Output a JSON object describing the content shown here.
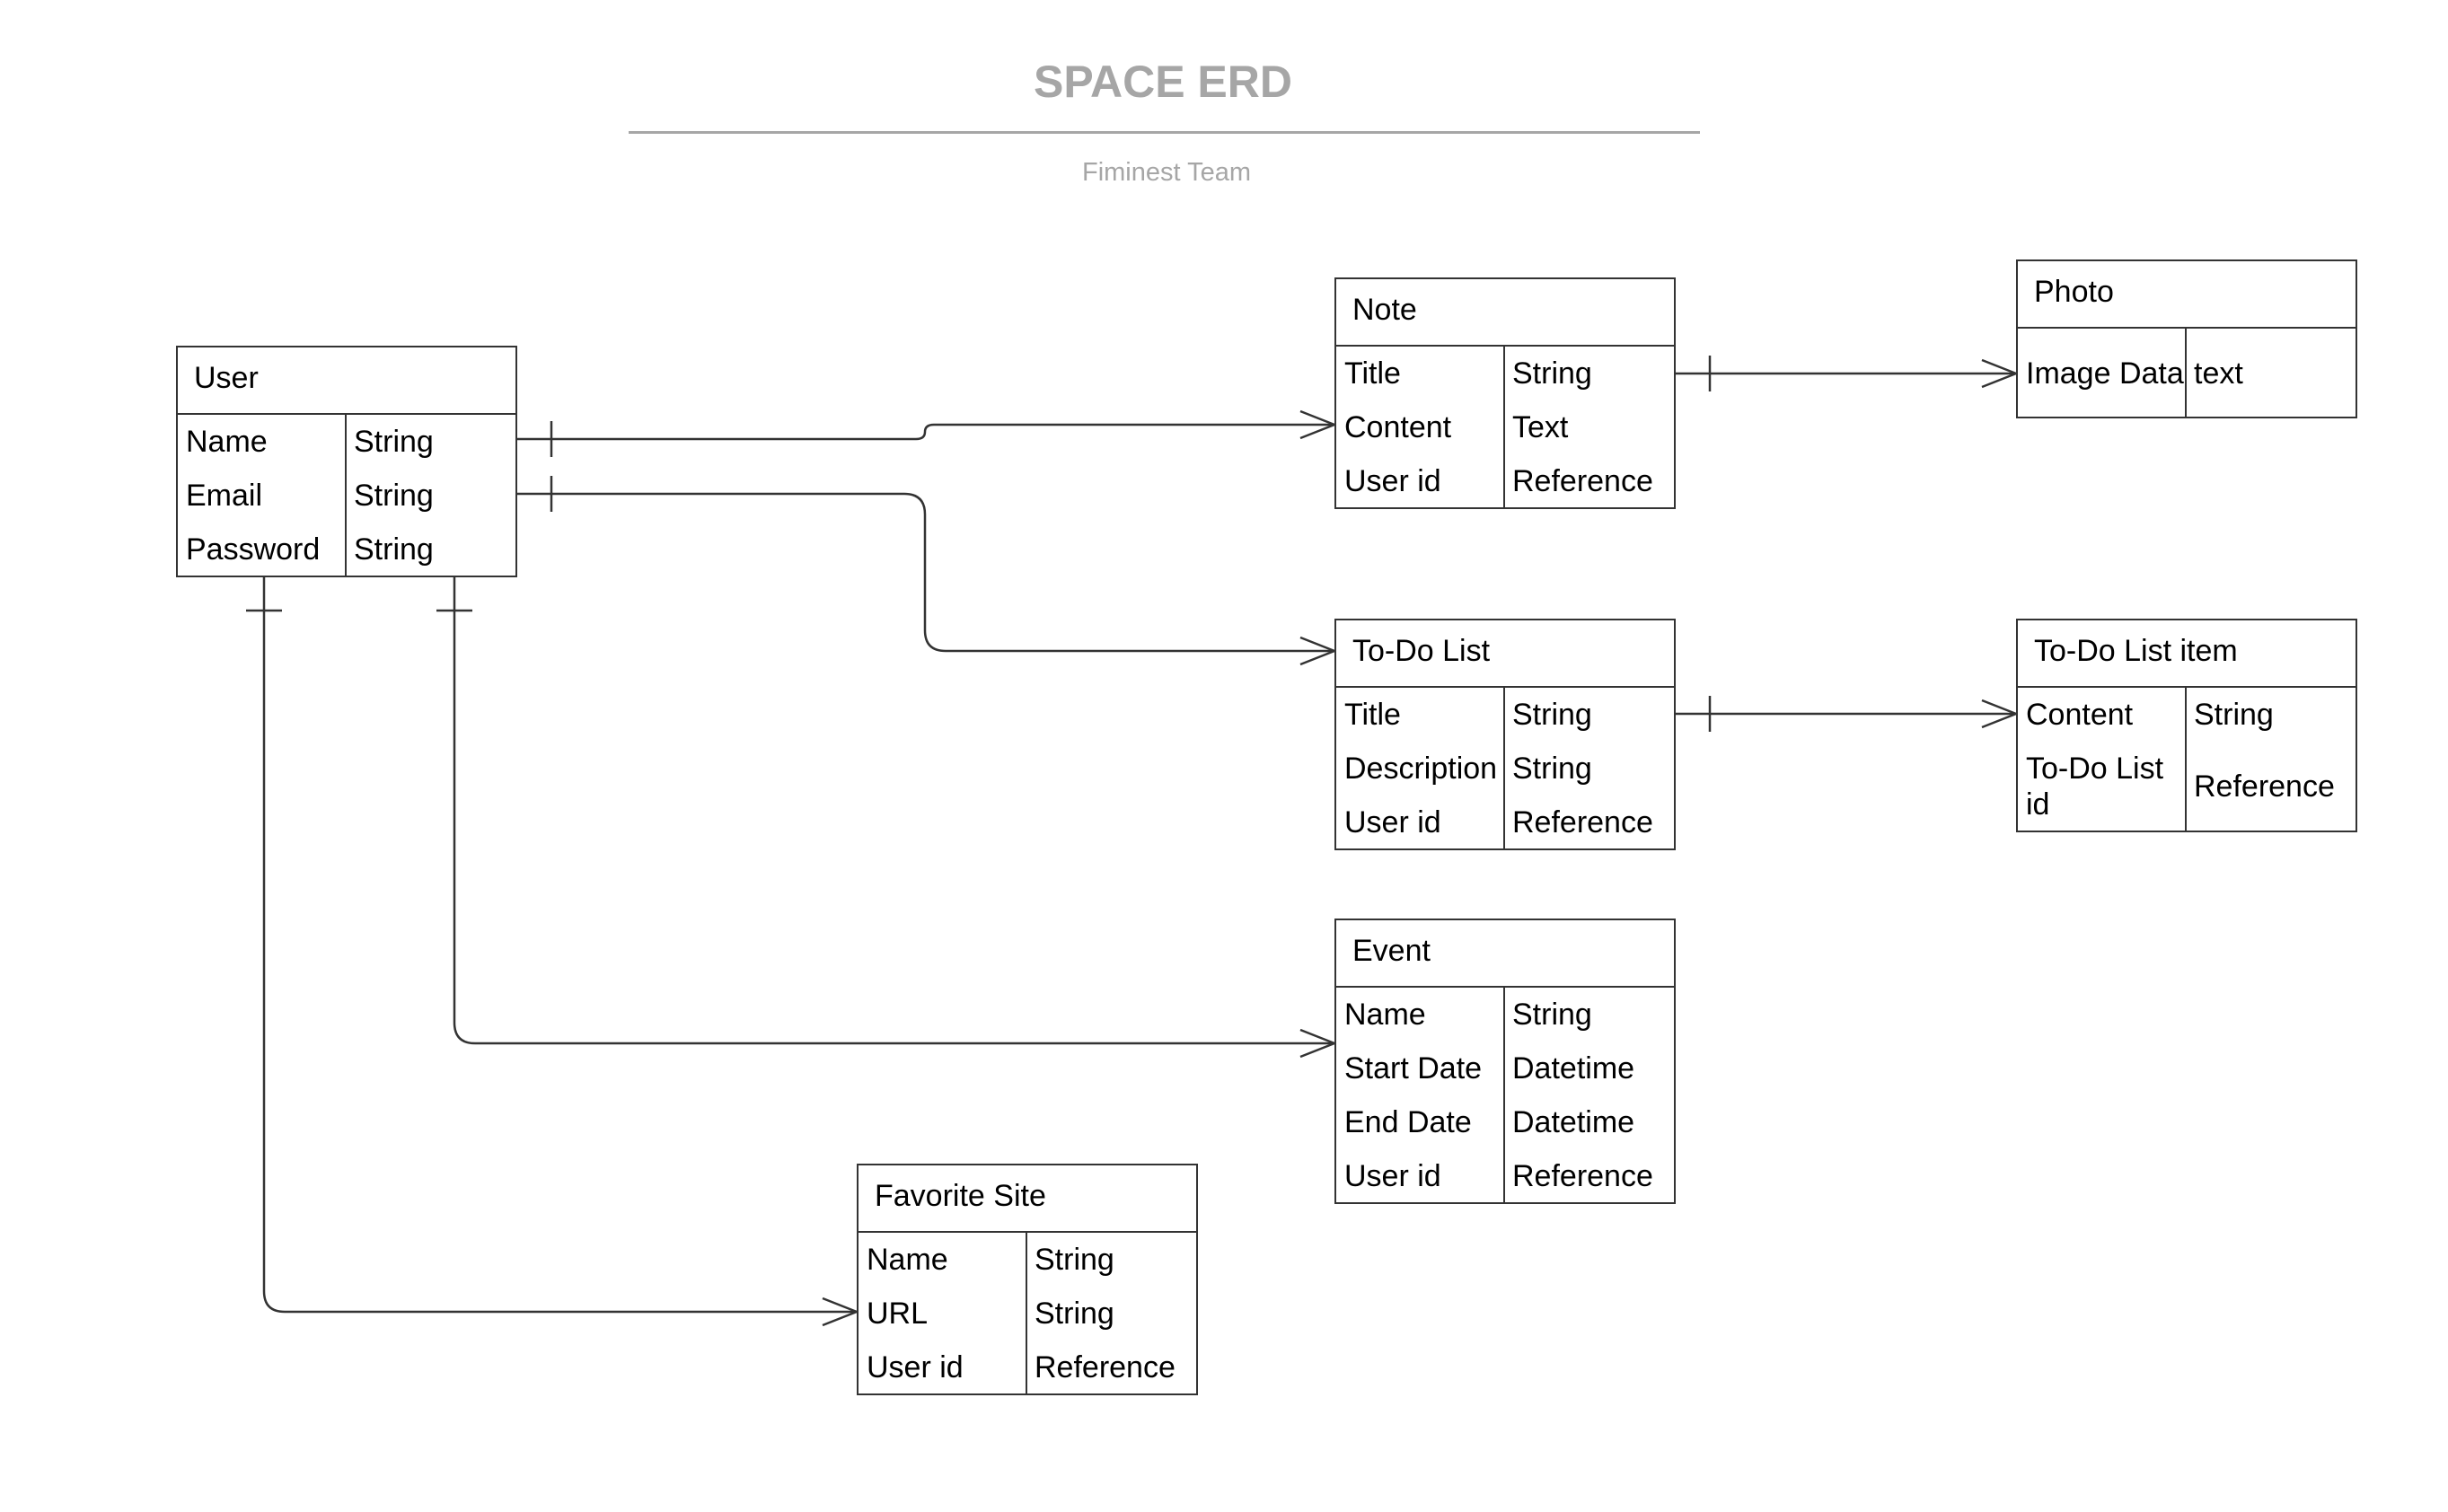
{
  "title": "SPACE ERD",
  "subtitle": "Fiminest Team",
  "entities": {
    "user": {
      "name": "User",
      "fields": [
        {
          "name": "Name",
          "type": "String"
        },
        {
          "name": "Email",
          "type": "String"
        },
        {
          "name": "Password",
          "type": "String"
        }
      ]
    },
    "note": {
      "name": "Note",
      "fields": [
        {
          "name": "Title",
          "type": "String"
        },
        {
          "name": "Content",
          "type": "Text"
        },
        {
          "name": "User id",
          "type": "Reference"
        }
      ]
    },
    "photo": {
      "name": "Photo",
      "fields": [
        {
          "name": "Image Data",
          "type": "text"
        }
      ]
    },
    "todo_list": {
      "name": "To-Do List",
      "fields": [
        {
          "name": "Title",
          "type": "String"
        },
        {
          "name": "Description",
          "type": "String"
        },
        {
          "name": "User id",
          "type": "Reference"
        }
      ]
    },
    "todo_item": {
      "name": "To-Do List item",
      "fields": [
        {
          "name": "Content",
          "type": "String"
        },
        {
          "name": "To-Do List id",
          "type": "Reference"
        }
      ]
    },
    "event": {
      "name": "Event",
      "fields": [
        {
          "name": "Name",
          "type": "String"
        },
        {
          "name": "Start Date",
          "type": "Datetime"
        },
        {
          "name": "End Date",
          "type": "Datetime"
        },
        {
          "name": "User id",
          "type": "Reference"
        }
      ]
    },
    "favorite_site": {
      "name": "Favorite Site",
      "fields": [
        {
          "name": "Name",
          "type": "String"
        },
        {
          "name": "URL",
          "type": "String"
        },
        {
          "name": "User id",
          "type": "Reference"
        }
      ]
    }
  },
  "relationships": [
    {
      "from": "User",
      "to": "Note",
      "cardinality": "one-to-many"
    },
    {
      "from": "User",
      "to": "To-Do List",
      "cardinality": "one-to-many"
    },
    {
      "from": "User",
      "to": "Event",
      "cardinality": "one-to-many"
    },
    {
      "from": "User",
      "to": "Favorite Site",
      "cardinality": "one-to-many"
    },
    {
      "from": "Note",
      "to": "Photo",
      "cardinality": "one-to-many"
    },
    {
      "from": "To-Do List",
      "to": "To-Do List item",
      "cardinality": "one-to-many"
    }
  ]
}
